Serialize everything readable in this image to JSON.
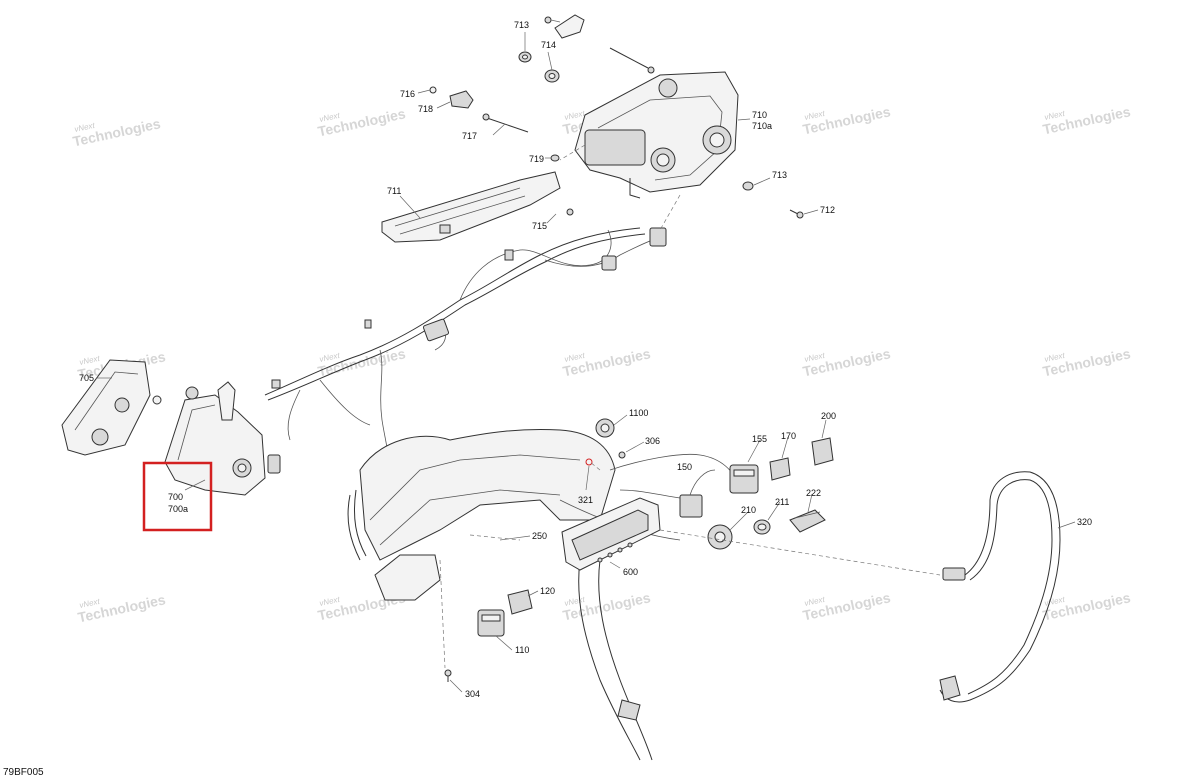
{
  "diagram_code": "79BF005",
  "watermark": {
    "line1": "vNext",
    "line2": "Technologies"
  },
  "highlight_color": "#d32020",
  "callouts": {
    "c713a": "713",
    "c714": "714",
    "c716": "716",
    "c718": "718",
    "c717": "717",
    "c710": "710",
    "c710a": "710a",
    "c719": "719",
    "c713b": "713",
    "c712": "712",
    "c711": "711",
    "c715": "715",
    "c705": "705",
    "c700": "700",
    "c700a": "700a",
    "c1100": "1100",
    "c306": "306",
    "c155": "155",
    "c170": "170",
    "c200": "200",
    "c150": "150",
    "c321": "321",
    "c210": "210",
    "c211": "211",
    "c222": "222",
    "c250": "250",
    "c600": "600",
    "c320": "320",
    "c120": "120",
    "c110": "110",
    "c304": "304"
  }
}
